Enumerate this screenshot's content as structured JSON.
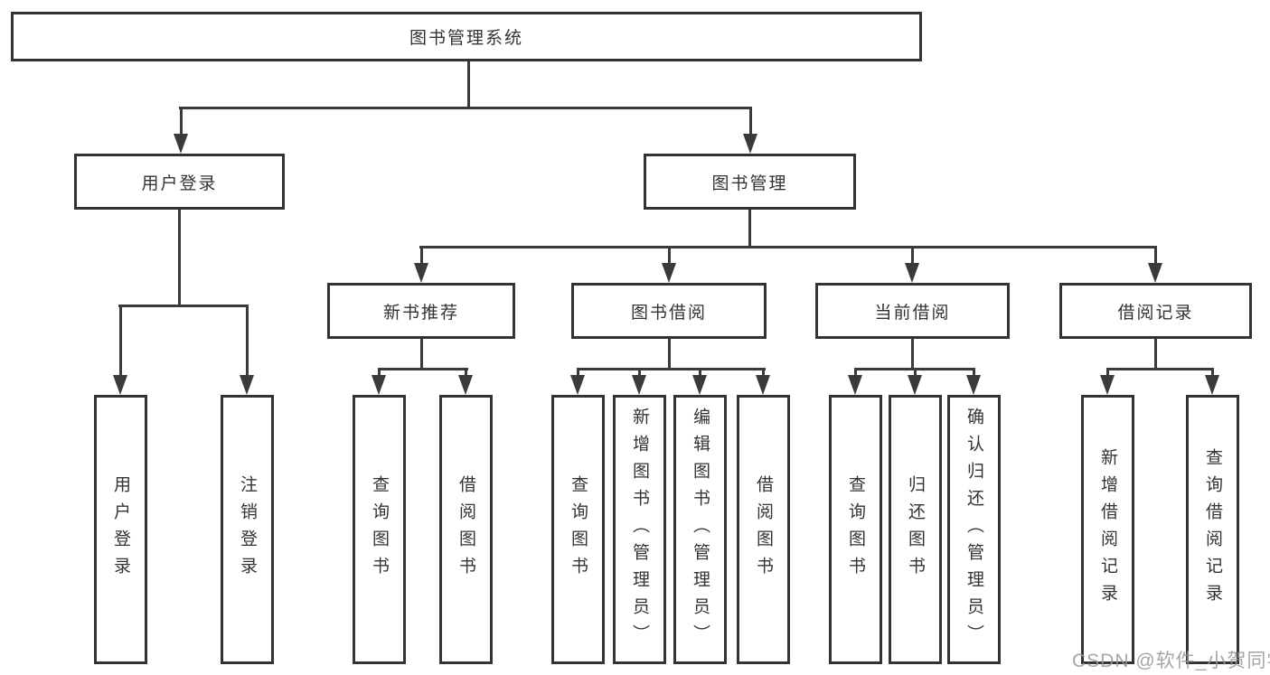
{
  "diagram": {
    "root": {
      "label": "图书管理系统"
    },
    "level2": [
      {
        "label": "用户登录"
      },
      {
        "label": "图书管理"
      }
    ],
    "level3": [
      {
        "label": "新书推荐"
      },
      {
        "label": "图书借阅"
      },
      {
        "label": "当前借阅"
      },
      {
        "label": "借阅记录"
      }
    ],
    "leaves": {
      "user_login": [
        {
          "label": "用户登录"
        },
        {
          "label": "注销登录"
        }
      ],
      "new_book": [
        {
          "label": "查询图书"
        },
        {
          "label": "借阅图书"
        }
      ],
      "book_borrow": [
        {
          "label": "查询图书"
        },
        {
          "label": "新增图书（管理员）"
        },
        {
          "label": "编辑图书（管理员）"
        },
        {
          "label": "借阅图书"
        }
      ],
      "current_borrow": [
        {
          "label": "查询图书"
        },
        {
          "label": "归还图书"
        },
        {
          "label": "确认归还（管理员）"
        }
      ],
      "borrow_record": [
        {
          "label": "新增借阅记录"
        },
        {
          "label": "查询借阅记录"
        }
      ]
    }
  },
  "watermark": {
    "text": "CSDN @软件_小贺同学"
  },
  "colors": {
    "line": "#3a3a3a",
    "border": "#333333",
    "text": "#333333",
    "watermark": "#969696",
    "background": "#ffffff"
  }
}
